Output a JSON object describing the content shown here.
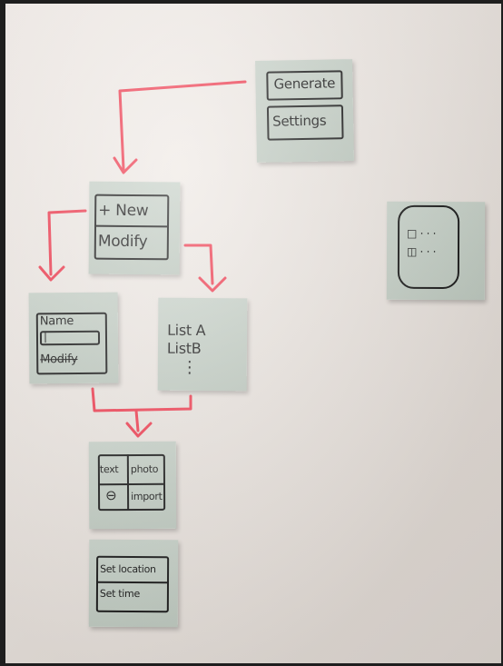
{
  "notes": {
    "generate_settings": {
      "generate": "Generate",
      "settings": "Settings"
    },
    "new_modify": {
      "new": "+ New",
      "modify": "Modify"
    },
    "name_form": {
      "name": "Name",
      "cursor": "|",
      "modify": "Modify"
    },
    "lists": {
      "list_a": "List A",
      "list_b": "ListB",
      "ellipsis": "⋮"
    },
    "media_grid": {
      "text": "text",
      "photo": "photo",
      "minus": "⊖",
      "import": "import"
    },
    "location_time": {
      "set_location": "Set location",
      "set_time": "Set time"
    },
    "phone_sketch": {
      "row1": "□ · · ·",
      "row2": "◫ · · ·"
    }
  },
  "colors": {
    "marker_red": "#ef3a4e",
    "note_green": "#c3cdc4",
    "ink": "#151515",
    "wall": "#ede7e2"
  }
}
